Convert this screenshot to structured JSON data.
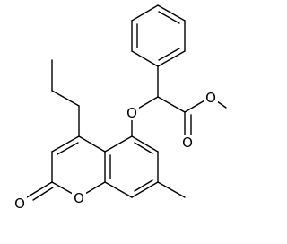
{
  "structure": {
    "atom_labels": {
      "ether_oxygen": "O",
      "ester_single_oxygen": "O",
      "ester_carbonyl_oxygen": "O",
      "lactone_carbonyl_oxygen": "O",
      "ring_oxygen": "O"
    },
    "line_color": "#000000",
    "background": "#ffffff"
  }
}
